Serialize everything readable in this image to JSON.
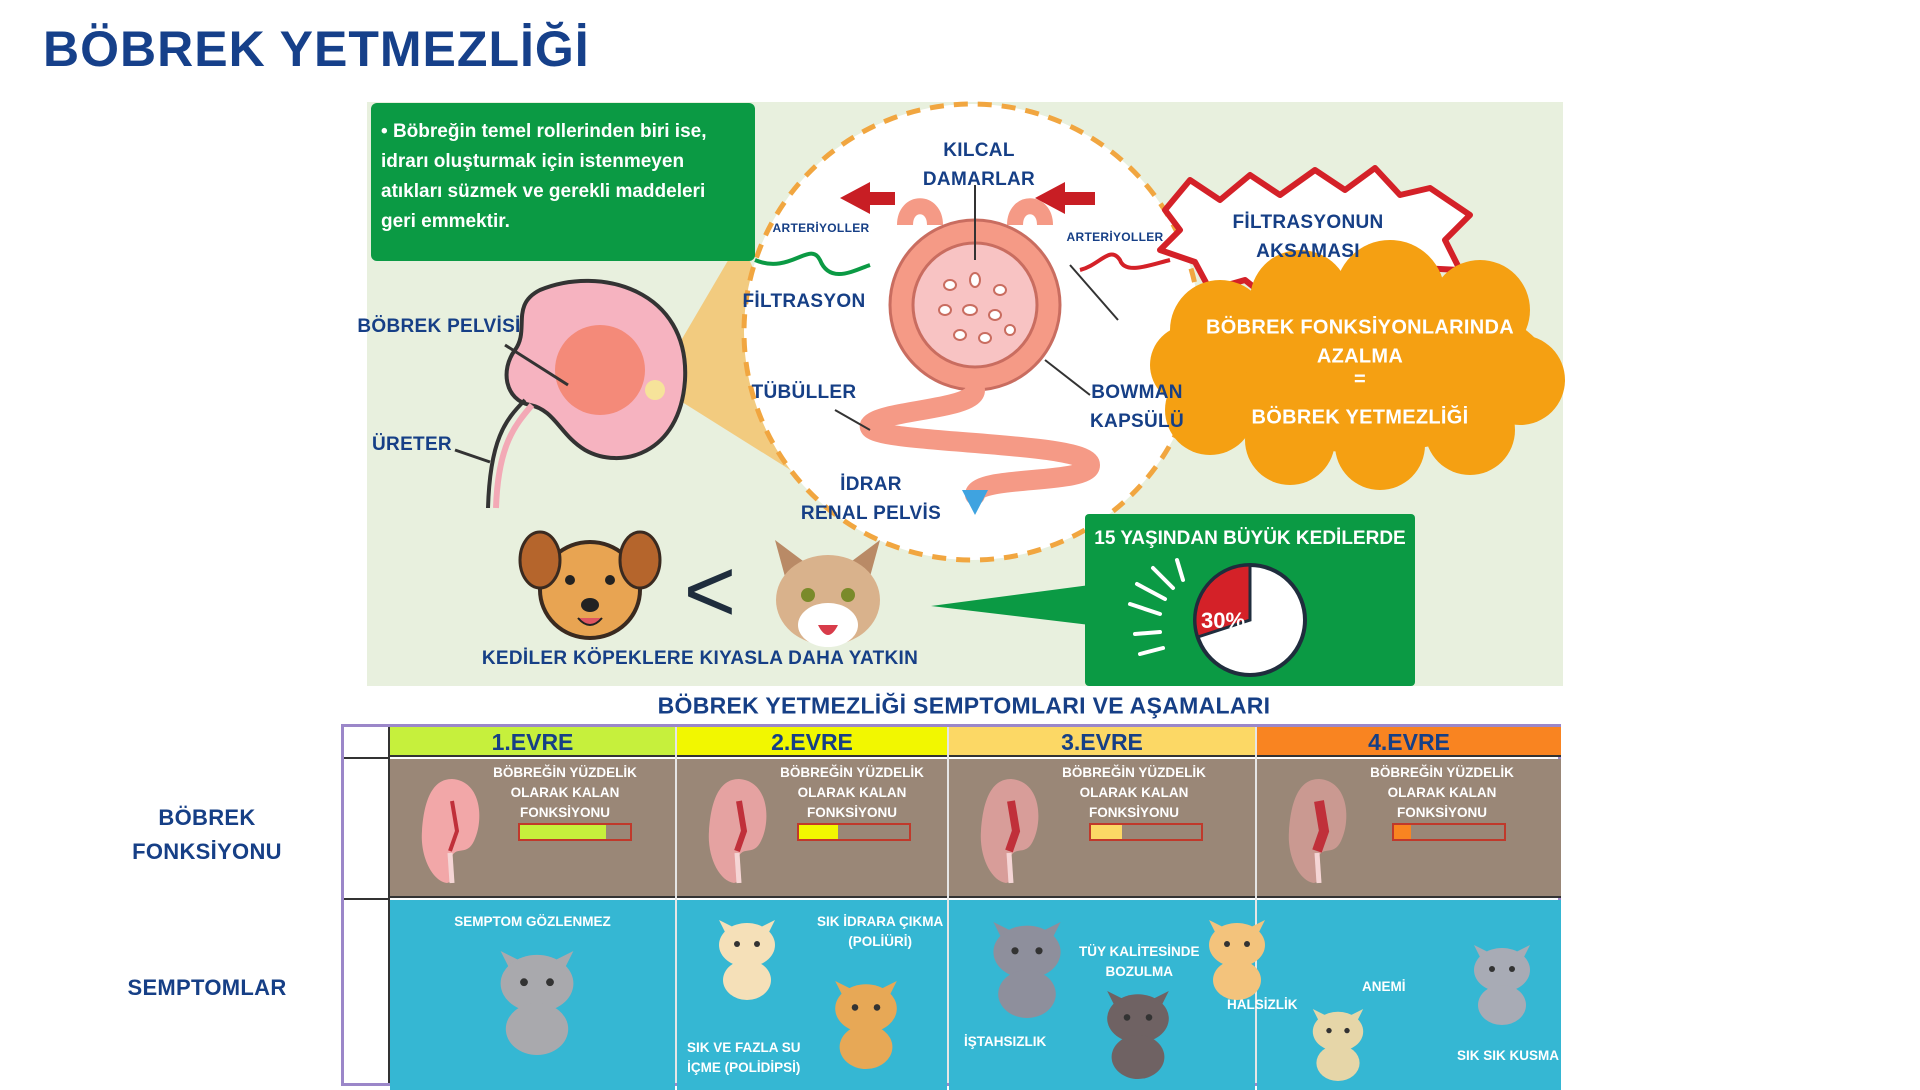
{
  "title": "BÖBREK YETMEZLİĞİ",
  "diagram": {
    "intro_text": "Böbreğin temel rollerinden biri ise, idrarı oluşturmak için istenmeyen atıkları süzmek ve gerekli maddeleri geri emmektir.",
    "labels": {
      "kilcal": "KILCAL",
      "damarlar": "DAMARLAR",
      "arteriyoller_left": "ARTERİYOLLER",
      "arteriyoller_right": "ARTERİYOLLER",
      "filtrasyon": "FİLTRASYON",
      "bobrek_pelvisi": "BÖBREK PELVİSİ",
      "ureter": "ÜRETER",
      "tubuller": "TÜBÜLLER",
      "bowman": "BOWMAN",
      "kapsulu": "KAPSÜLÜ",
      "idrar": "İDRAR",
      "renal_pelvis": "RENAL PELVİS"
    },
    "filtration_problem": [
      "FİLTRASYONUN",
      "AKSAMASI"
    ],
    "cloud": [
      "BÖBREK FONKSİYONLARINDA",
      "AZALMA",
      "=",
      "BÖBREK YETMEZLİĞİ"
    ],
    "comparison_symbol": "<",
    "comparison_text": "KEDİLER KÖPEKLERE KIYASLA DAHA YATKIN",
    "stat_title": "15 YAŞINDAN BÜYÜK KEDİLERDE",
    "stat_value": "30%",
    "stat_fraction": 0.3,
    "colors": {
      "green": "#0b9a44",
      "orange": "#f5a012",
      "red": "#d42128",
      "blue": "#163f86"
    }
  },
  "table": {
    "title": "BÖBREK YETMEZLİĞİ SEMPTOMLARI VE AŞAMALARI",
    "row_labels": [
      "BÖBREK FONKSİYONU",
      "SEMPTOMLAR"
    ],
    "function_label": [
      "BÖBREĞİN YÜZDELİK",
      "OLARAK KALAN",
      "FONKSİYONU"
    ],
    "stages": [
      {
        "label": "1.EVRE",
        "color": "#c6f03c",
        "remaining_function": 0.78,
        "symptoms": [
          "SEMPTOM GÖZLENMEZ"
        ]
      },
      {
        "label": "2.EVRE",
        "color": "#f2f700",
        "remaining_function": 0.35,
        "symptoms": [
          "SIK İDRARA ÇIKMA (POLİÜRİ)",
          "SIK VE FAZLA SU İÇME (POLİDİPSİ)"
        ]
      },
      {
        "label": "3.EVRE",
        "color": "#fcd865",
        "remaining_function": 0.28,
        "symptoms": [
          "İŞTAHSIZLIK",
          "TÜY KALİTESİNDE BOZULMA"
        ]
      },
      {
        "label": "4.EVRE",
        "color": "#f98421",
        "remaining_function": 0.15,
        "symptoms": [
          "HALSİZLİK",
          "ANEMİ",
          "SIK SIK KUSMA"
        ]
      }
    ],
    "symptom_lines": {
      "s2a": [
        "SIK İDRARA ÇIKMA",
        "(POLİÜRİ)"
      ],
      "s2b": [
        "SIK VE FAZLA SU",
        "İÇME (POLİDİPSİ)"
      ],
      "s3b": [
        "TÜY KALİTESİNDE",
        "BOZULMA"
      ]
    }
  }
}
